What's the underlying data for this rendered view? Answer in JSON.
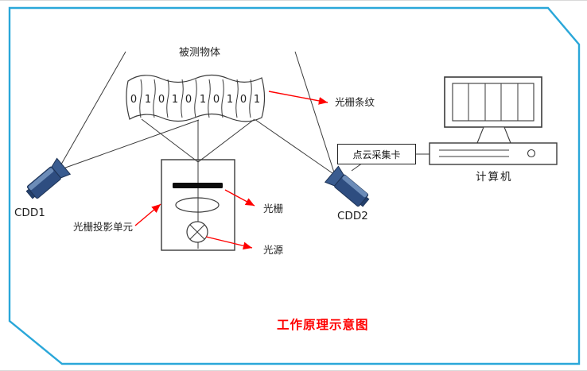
{
  "diagram": {
    "title": "工作原理示意图",
    "object_label": "被测物体",
    "fringe_label": "光栅条纹",
    "camera1_label": "CDD1",
    "camera2_label": "CDD2",
    "projector_label": "光栅投影单元",
    "grating_label": "光栅",
    "light_source_label": "光源",
    "capture_card_label": "点云采集卡",
    "computer_label": "计算机",
    "fringe_digits": [
      "0",
      "1",
      "0",
      "1",
      "0",
      "1",
      "0",
      "1",
      "0",
      "1"
    ]
  },
  "colors": {
    "frame": "#2AA7D9",
    "annotation_arrow": "#FF0000",
    "title_text": "#FF0000",
    "camera_body": "#2E4D80",
    "diagram_line": "#3A3A3A"
  }
}
